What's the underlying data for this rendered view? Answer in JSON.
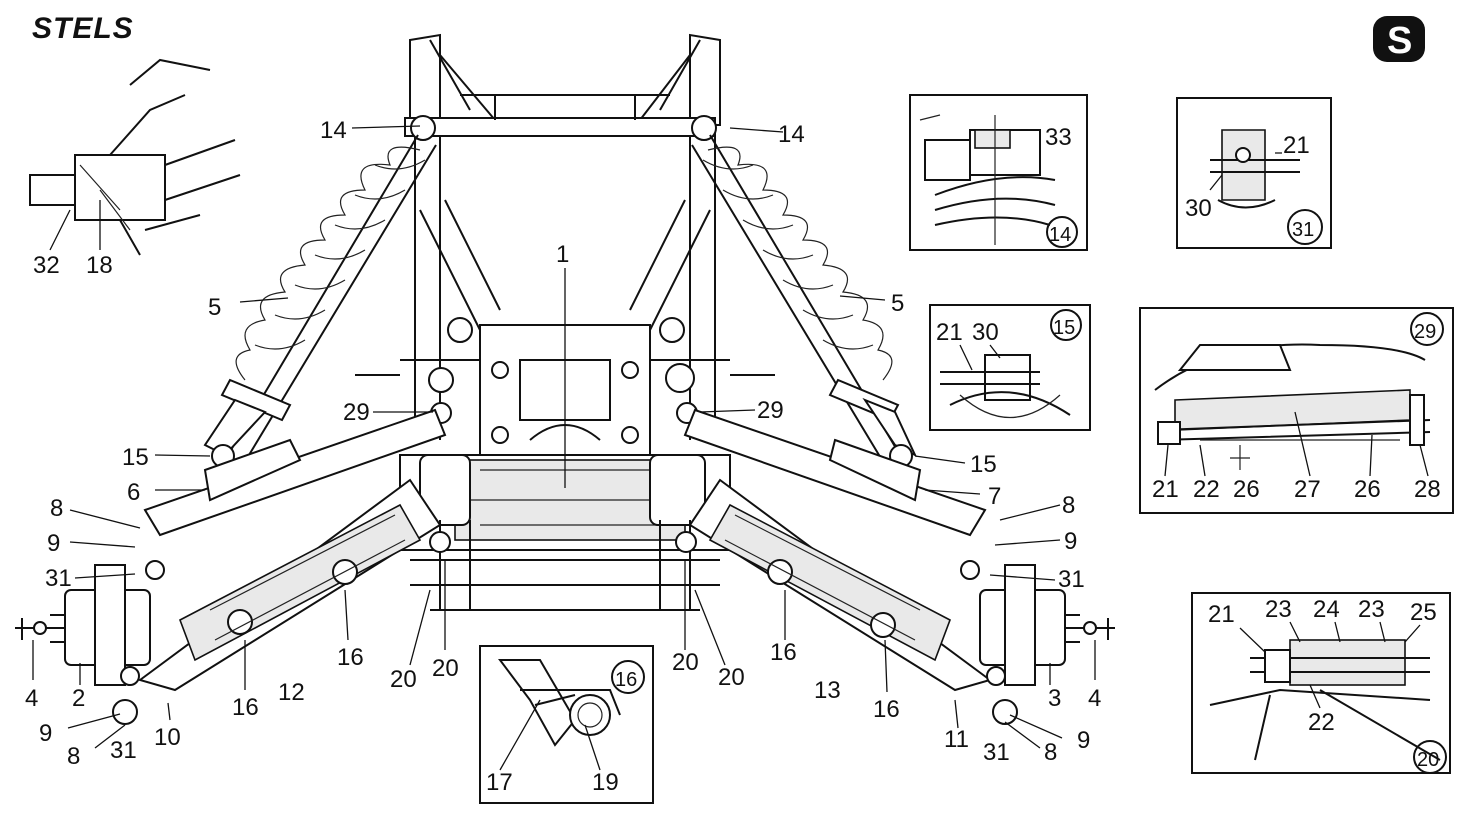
{
  "brand": {
    "logo_text": "STELS",
    "badge_letter": "S"
  },
  "labels": [
    {
      "key": "l1",
      "text": "1"
    },
    {
      "key": "l2",
      "text": "2"
    },
    {
      "key": "l3",
      "text": "3"
    },
    {
      "key": "l4a",
      "text": "4"
    },
    {
      "key": "l4b",
      "text": "4"
    },
    {
      "key": "l5a",
      "text": "5"
    },
    {
      "key": "l5b",
      "text": "5"
    },
    {
      "key": "l6",
      "text": "6"
    },
    {
      "key": "l7",
      "text": "7"
    },
    {
      "key": "l8a",
      "text": "8"
    },
    {
      "key": "l8b",
      "text": "8"
    },
    {
      "key": "l8c",
      "text": "8"
    },
    {
      "key": "l8d",
      "text": "8"
    },
    {
      "key": "l9a",
      "text": "9"
    },
    {
      "key": "l9b",
      "text": "9"
    },
    {
      "key": "l9c",
      "text": "9"
    },
    {
      "key": "l9d",
      "text": "9"
    },
    {
      "key": "l10",
      "text": "10"
    },
    {
      "key": "l11",
      "text": "11"
    },
    {
      "key": "l12",
      "text": "12"
    },
    {
      "key": "l13",
      "text": "13"
    },
    {
      "key": "l14a",
      "text": "14"
    },
    {
      "key": "l14b",
      "text": "14"
    },
    {
      "key": "l15a",
      "text": "15"
    },
    {
      "key": "l15b",
      "text": "15"
    },
    {
      "key": "l16a",
      "text": "16"
    },
    {
      "key": "l16b",
      "text": "16"
    },
    {
      "key": "l16c",
      "text": "16"
    },
    {
      "key": "l16d",
      "text": "16"
    },
    {
      "key": "l18",
      "text": "18"
    },
    {
      "key": "l20a",
      "text": "20"
    },
    {
      "key": "l20b",
      "text": "20"
    },
    {
      "key": "l20c",
      "text": "20"
    },
    {
      "key": "l20d",
      "text": "20"
    },
    {
      "key": "l29a",
      "text": "29"
    },
    {
      "key": "l29b",
      "text": "29"
    },
    {
      "key": "l31a",
      "text": "31"
    },
    {
      "key": "l31b",
      "text": "31"
    },
    {
      "key": "l31c",
      "text": "31"
    },
    {
      "key": "l31d",
      "text": "31"
    },
    {
      "key": "l32",
      "text": "32"
    }
  ],
  "insets": {
    "i14": {
      "badge": "14",
      "parts": [
        "33"
      ]
    },
    "i31": {
      "badge": "31",
      "parts": [
        "21",
        "30"
      ]
    },
    "i15": {
      "badge": "15",
      "parts": [
        "21",
        "30"
      ]
    },
    "i29": {
      "badge": "29",
      "parts": [
        "21",
        "22",
        "26",
        "27",
        "26",
        "28"
      ]
    },
    "i20": {
      "badge": "20",
      "parts": [
        "21",
        "23",
        "24",
        "23",
        "25",
        "22"
      ]
    },
    "i16": {
      "badge": "16",
      "parts": [
        "17",
        "19"
      ]
    }
  }
}
